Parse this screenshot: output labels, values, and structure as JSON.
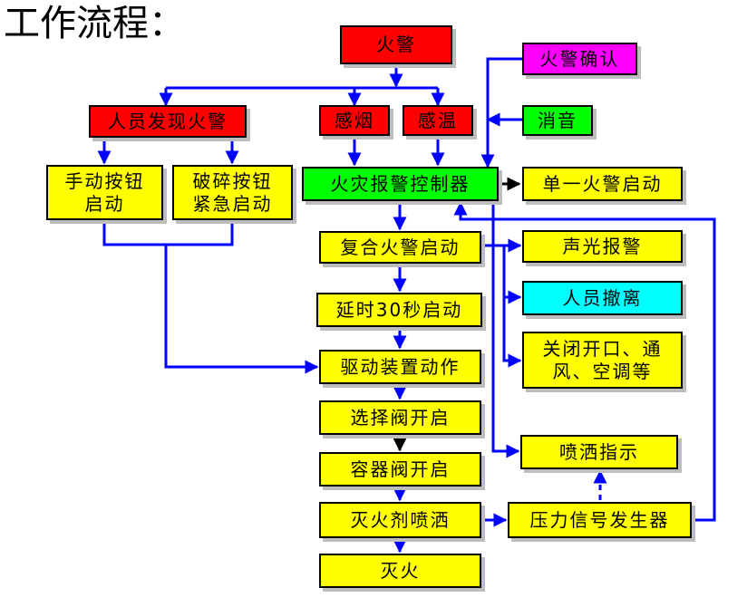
{
  "title": "工作流程：",
  "colors": {
    "red": "#ff0000",
    "yellow": "#ffff00",
    "green": "#00ff00",
    "magenta": "#ff00ff",
    "cyan": "#00ffff",
    "line_blue": "#0000ff",
    "line_black": "#000000"
  },
  "nodes": {
    "fire_alarm": "火警",
    "fire_confirm": "火警确认",
    "person_found": "人员发现火警",
    "smoke": "感烟",
    "temp": "感温",
    "silence": "消音",
    "manual_button": "手动按钮\n启动",
    "break_button": "破碎按钮\n紧急启动",
    "controller": "火灾报警控制器",
    "single_alarm": "单一火警启动",
    "compound_alarm": "复合火警启动",
    "sound_light": "声光报警",
    "evacuate": "人员撤离",
    "delay": "延时30秒启动",
    "close_openings": "关闭开口、通\n风、空调等",
    "drive": "驱动装置动作",
    "select_valve": "选择阀开启",
    "spray_indicator": "喷洒指示",
    "container_valve": "容器阀开启",
    "agent_spray": "灭火剂喷洒",
    "pressure_signal": "压力信号发生器",
    "extinguish": "灭火"
  }
}
